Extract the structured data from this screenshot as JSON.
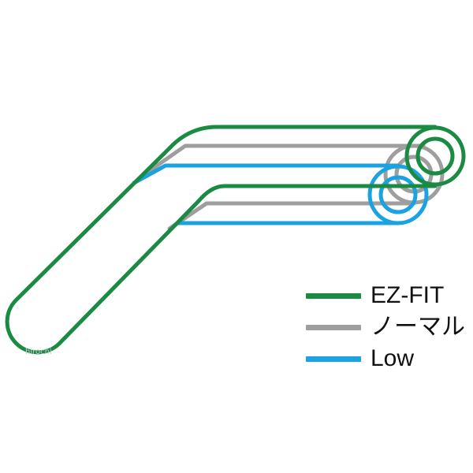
{
  "colors": {
    "ez_fit": "#1b8a43",
    "normal": "#9e9e9e",
    "low": "#1aa3e0",
    "background": "#ffffff",
    "text": "#111111"
  },
  "legend": [
    {
      "key": "ez_fit",
      "label": "EZ-FIT"
    },
    {
      "key": "normal",
      "label": "ノーマル"
    },
    {
      "key": "low",
      "label": "Low"
    }
  ],
  "watermark": "hirochi"
}
